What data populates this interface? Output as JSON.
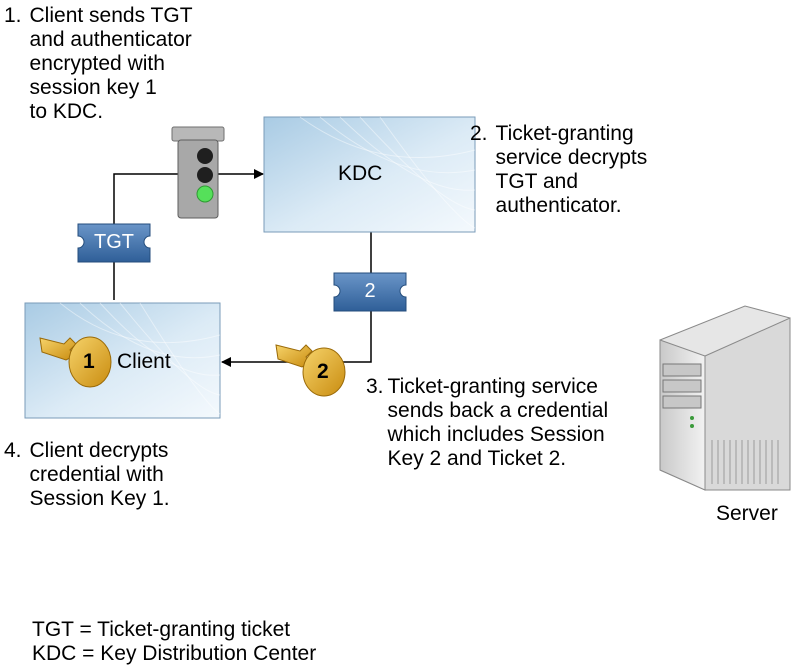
{
  "steps": [
    {
      "number": "1.",
      "text": "Client sends TGT\nand authenticator\nencrypted with\nsession key 1\nto KDC."
    },
    {
      "number": "2.",
      "text": "Ticket-granting\nservice decrypts\nTGT and\nauthenticator."
    },
    {
      "number": "3.",
      "text": "Ticket-granting service\nsends back a credential\nwhich includes Session\nKey 2 and Ticket 2."
    },
    {
      "number": "4.",
      "text": "Client decrypts\ncredential with\nSession Key 1."
    }
  ],
  "boxes": {
    "kdc": "KDC",
    "client": "Client"
  },
  "tickets": {
    "tgt": "TGT",
    "ticket2": "2"
  },
  "keys": {
    "key1": "1",
    "key2": "2"
  },
  "server": {
    "label": "Server"
  },
  "legend": [
    "TGT = Ticket-granting ticket",
    "KDC = Key Distribution Center"
  ],
  "colors": {
    "box_fill": "#cfe3f2",
    "ticket_fill": "#4a78b0",
    "key_fill": "#e8b32a",
    "signal_green": "#55e05a"
  }
}
